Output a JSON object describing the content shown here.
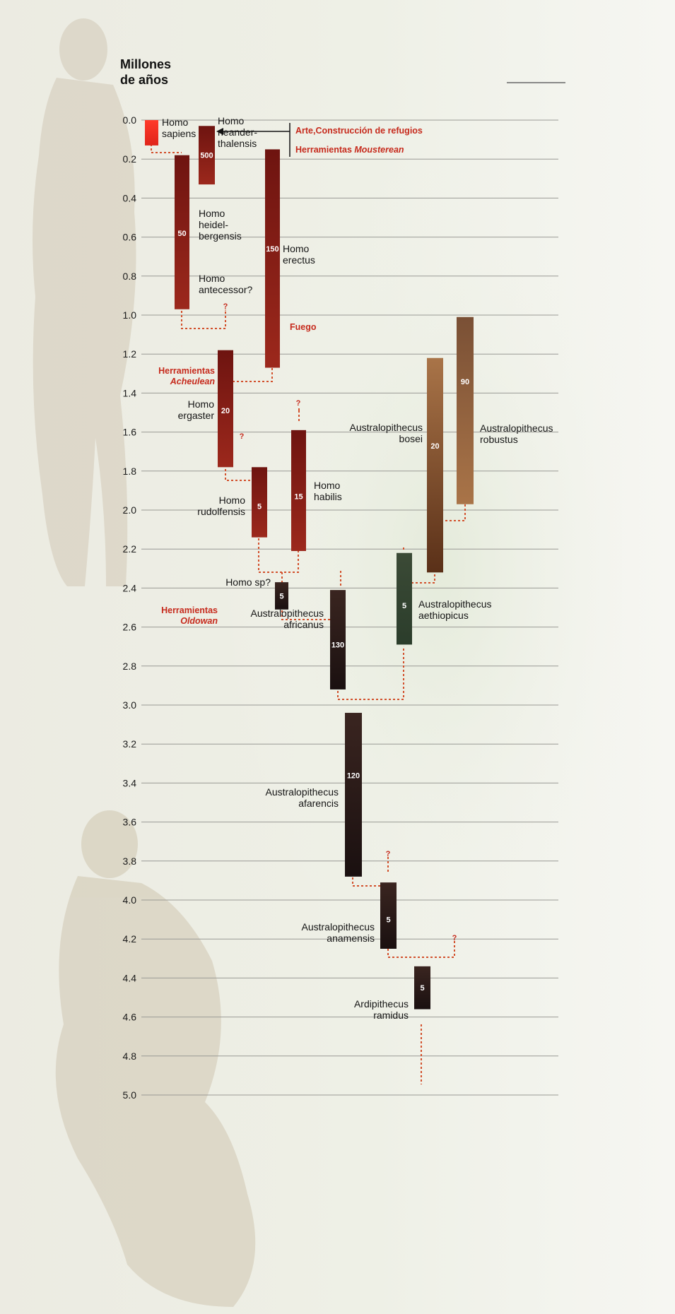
{
  "axis": {
    "title_line1": "Millones",
    "title_line2": "de años",
    "ticks": [
      "0.0",
      "0.2",
      "0.4",
      "0.6",
      "0.8",
      "1.0",
      "1.2",
      "1.4",
      "1.6",
      "1.8",
      "2.0",
      "2.2",
      "2.4",
      "2.6",
      "2.8",
      "3.0",
      "3.2",
      "3.4",
      "3.6",
      "3.8",
      "4.0",
      "4.2",
      "4.4",
      "4.6",
      "4.8",
      "5.0"
    ]
  },
  "colors": {
    "connector": "#d2502c",
    "event_red": "#c62a1c",
    "sapiens": "#e0241a",
    "red_dark": "#6e1410",
    "red_mid": "#9c281c",
    "brown_light": "#a97448",
    "brown_dark": "#5a3018",
    "green_dark": "#2b3d2b",
    "black": "#1a1010"
  },
  "species": [
    {
      "id": "sapiens",
      "name_lines": [
        "Homo",
        "sapiens"
      ],
      "start": 0.0,
      "end": 0.13,
      "badge": "",
      "style": "sapiens"
    },
    {
      "id": "neanderthalensis",
      "name_lines": [
        "Homo",
        "neander-",
        "thalensis"
      ],
      "start": 0.03,
      "end": 0.33,
      "badge": "500",
      "style": "red"
    },
    {
      "id": "heidelbergensis",
      "name_lines": [
        "Homo",
        "heidel-",
        "bergensis"
      ],
      "start": 0.18,
      "end": 0.97,
      "badge": "50",
      "style": "red"
    },
    {
      "id": "antecessor",
      "name_lines": [
        "Homo",
        "antecessor?"
      ],
      "start": null,
      "end": null,
      "badge": "",
      "style": "none"
    },
    {
      "id": "erectus",
      "name_lines": [
        "Homo",
        "erectus"
      ],
      "start": 0.15,
      "end": 1.27,
      "badge": "150",
      "style": "red"
    },
    {
      "id": "ergaster",
      "name_lines": [
        "Homo",
        "ergaster"
      ],
      "start": 1.18,
      "end": 1.78,
      "badge": "20",
      "style": "red"
    },
    {
      "id": "rudolfensis",
      "name_lines": [
        "Homo",
        "rudolfensis"
      ],
      "start": 1.78,
      "end": 2.14,
      "badge": "5",
      "style": "red"
    },
    {
      "id": "habilis",
      "name_lines": [
        "Homo",
        "habilis"
      ],
      "start": 1.59,
      "end": 2.21,
      "badge": "15",
      "style": "red"
    },
    {
      "id": "homo_sp",
      "name_lines": [
        "Homo sp?"
      ],
      "start": 2.37,
      "end": 2.51,
      "badge": "5",
      "style": "black"
    },
    {
      "id": "africanus",
      "name_lines": [
        "Australopithecus",
        "africanus"
      ],
      "start": 2.41,
      "end": 2.92,
      "badge": "130",
      "style": "black"
    },
    {
      "id": "aethiopicus",
      "name_lines": [
        "Australopithecus",
        "aethiopicus"
      ],
      "start": 2.22,
      "end": 2.69,
      "badge": "5",
      "style": "green"
    },
    {
      "id": "boisei",
      "name_lines": [
        "Australopithecus",
        "bosei"
      ],
      "start": 1.22,
      "end": 2.32,
      "badge": "20",
      "style": "brown"
    },
    {
      "id": "robustus",
      "name_lines": [
        "Australopithecus",
        "robustus"
      ],
      "start": 1.01,
      "end": 1.97,
      "badge": "90",
      "style": "brownlight"
    },
    {
      "id": "afarencis",
      "name_lines": [
        "Australopithecus",
        "afarencis"
      ],
      "start": 3.04,
      "end": 3.88,
      "badge": "120",
      "style": "black"
    },
    {
      "id": "anamensis",
      "name_lines": [
        "Australopithecus",
        "anamensis"
      ],
      "start": 3.91,
      "end": 4.25,
      "badge": "5",
      "style": "black"
    },
    {
      "id": "ramidus",
      "name_lines": [
        "Ardipithecus",
        "ramidus"
      ],
      "start": 4.34,
      "end": 4.56,
      "badge": "5",
      "style": "black"
    }
  ],
  "events": [
    {
      "id": "arte",
      "lines": [
        "Arte,Construcción de refugios"
      ],
      "italic_line": -1
    },
    {
      "id": "mousterean",
      "lines": [
        "Herramientas Mousterean"
      ],
      "italic_word": "Mousterean"
    },
    {
      "id": "fuego",
      "lines": [
        "Fuego"
      ],
      "italic_line": -1
    },
    {
      "id": "acheulean",
      "lines": [
        "Herramientas",
        "Acheulean"
      ],
      "italic_line": 1
    },
    {
      "id": "oldowan",
      "lines": [
        "Herramientas",
        "Oldowan"
      ],
      "italic_line": 1
    }
  ],
  "question_mark": "?"
}
